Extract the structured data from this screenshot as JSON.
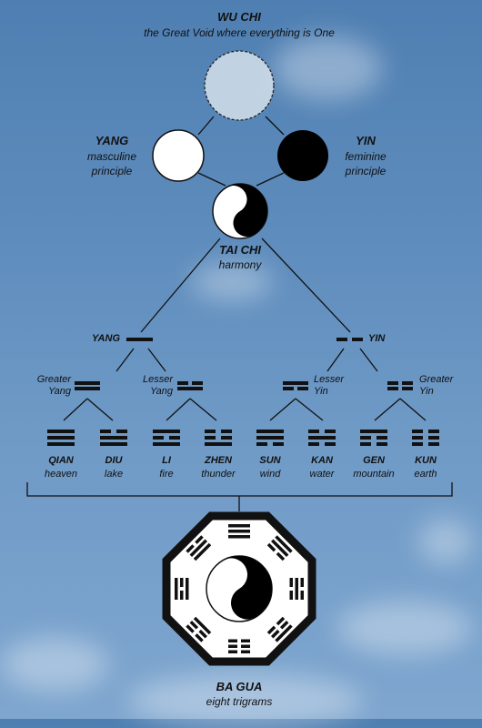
{
  "wu_chi": {
    "title": "WU CHI",
    "subtitle": "the Great Void where everything is One"
  },
  "yang": {
    "title": "YANG",
    "desc_1": "masculine",
    "desc_2": "principle"
  },
  "yin": {
    "title": "YIN",
    "desc_1": "feminine",
    "desc_2": "principle"
  },
  "tai_chi": {
    "title": "TAI CHI",
    "subtitle": "harmony"
  },
  "bigram_yang": "YANG",
  "bigram_yin": "YIN",
  "greater_yang": {
    "l1": "Greater",
    "l2": "Yang"
  },
  "lesser_yang": {
    "l1": "Lesser",
    "l2": "Yang"
  },
  "lesser_yin": {
    "l1": "Lesser",
    "l2": "Yin"
  },
  "greater_yin": {
    "l1": "Greater",
    "l2": "Yin"
  },
  "trigrams": [
    {
      "name": "QIAN",
      "meaning": "heaven",
      "lines": [
        1,
        1,
        1
      ]
    },
    {
      "name": "DIU",
      "meaning": "lake",
      "lines": [
        0,
        1,
        1
      ]
    },
    {
      "name": "LI",
      "meaning": "fire",
      "lines": [
        1,
        0,
        1
      ]
    },
    {
      "name": "ZHEN",
      "meaning": "thunder",
      "lines": [
        0,
        0,
        1
      ]
    },
    {
      "name": "SUN",
      "meaning": "wind",
      "lines": [
        1,
        1,
        0
      ]
    },
    {
      "name": "KAN",
      "meaning": "water",
      "lines": [
        0,
        1,
        0
      ]
    },
    {
      "name": "GEN",
      "meaning": "mountain",
      "lines": [
        1,
        0,
        0
      ]
    },
    {
      "name": "KUN",
      "meaning": "earth",
      "lines": [
        0,
        0,
        0
      ]
    }
  ],
  "ba_gua": {
    "title": "BA GUA",
    "subtitle": "eight trigrams"
  },
  "colors": {
    "sky": "#5f8dbd",
    "ink": "#111111",
    "white": "#ffffff"
  }
}
